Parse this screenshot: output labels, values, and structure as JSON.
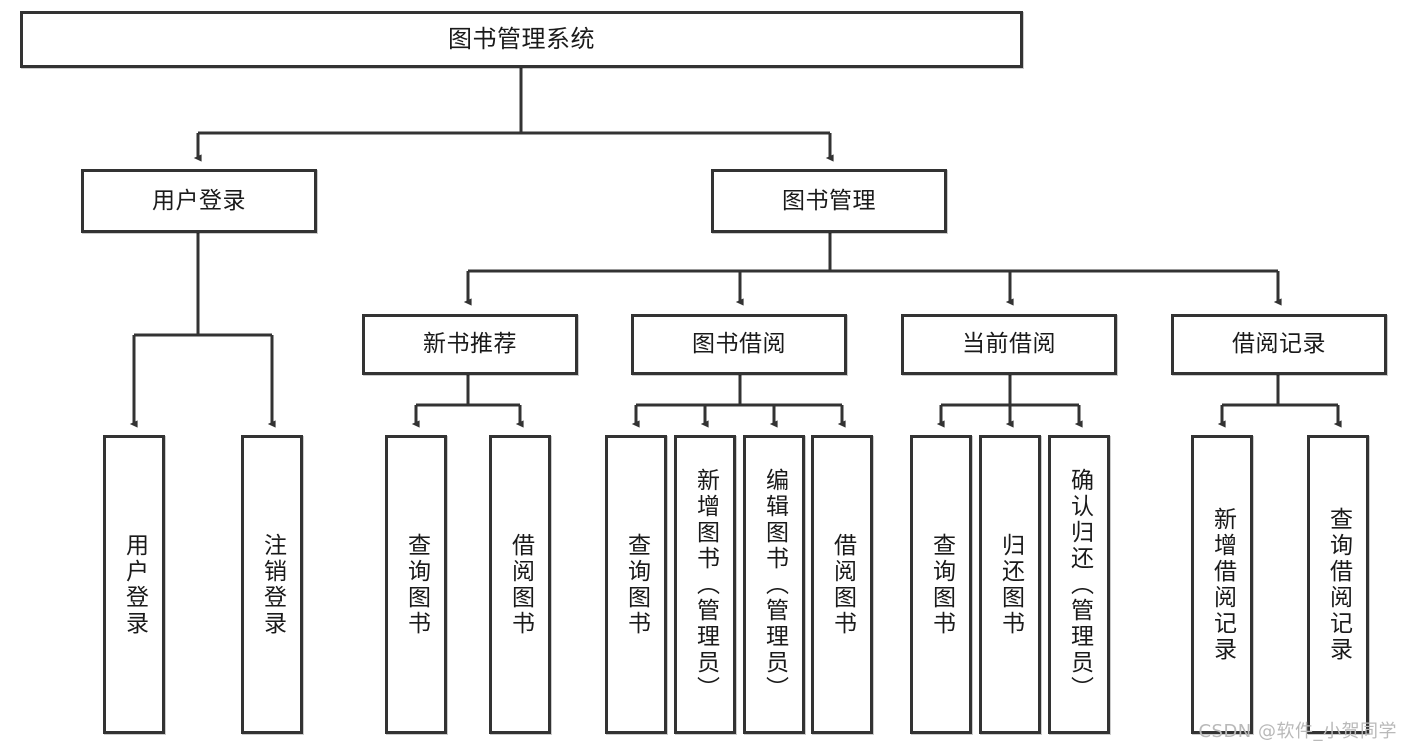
{
  "diagram": {
    "type": "tree-hierarchy",
    "title": "图书管理系统",
    "watermark": "CSDN @软件_小贺同学",
    "colors": {
      "box_border": "#333333",
      "box_fill": "#ffffff",
      "connector": "#333333",
      "text": "#1a1a1a",
      "watermark": "#b9b9b9",
      "background": "#ffffff"
    },
    "nodes": {
      "root": {
        "label": "图书管理系统",
        "level": 1
      },
      "level2": [
        {
          "id": "user-login",
          "label": "用户登录"
        },
        {
          "id": "book-manage",
          "label": "图书管理"
        }
      ],
      "level3": [
        {
          "id": "new-book-recommend",
          "label": "新书推荐",
          "parent": "book-manage"
        },
        {
          "id": "book-borrow",
          "label": "图书借阅",
          "parent": "book-manage"
        },
        {
          "id": "current-borrow",
          "label": "当前借阅",
          "parent": "book-manage"
        },
        {
          "id": "borrow-record",
          "label": "借阅记录",
          "parent": "book-manage"
        }
      ],
      "leaves": [
        {
          "id": "leaf-user-login",
          "label": "用户登录",
          "parent": "user-login"
        },
        {
          "id": "leaf-logout",
          "label": "注销登录",
          "parent": "user-login"
        },
        {
          "id": "leaf-query-book-1",
          "label": "查询图书",
          "parent": "new-book-recommend"
        },
        {
          "id": "leaf-borrow-book-1",
          "label": "借阅图书",
          "parent": "new-book-recommend"
        },
        {
          "id": "leaf-query-book-2",
          "label": "查询图书",
          "parent": "book-borrow"
        },
        {
          "id": "leaf-add-book",
          "label": "新增图书（管理员）",
          "parent": "book-borrow"
        },
        {
          "id": "leaf-edit-book",
          "label": "编辑图书（管理员）",
          "parent": "book-borrow"
        },
        {
          "id": "leaf-borrow-book-2",
          "label": "借阅图书",
          "parent": "book-borrow"
        },
        {
          "id": "leaf-query-book-3",
          "label": "查询图书",
          "parent": "current-borrow"
        },
        {
          "id": "leaf-return-book",
          "label": "归还图书",
          "parent": "current-borrow"
        },
        {
          "id": "leaf-confirm-return",
          "label": "确认归还（管理员）",
          "parent": "current-borrow"
        },
        {
          "id": "leaf-add-record",
          "label": "新增借阅记录",
          "parent": "borrow-record"
        },
        {
          "id": "leaf-query-record",
          "label": "查询借阅记录",
          "parent": "borrow-record"
        }
      ]
    }
  }
}
